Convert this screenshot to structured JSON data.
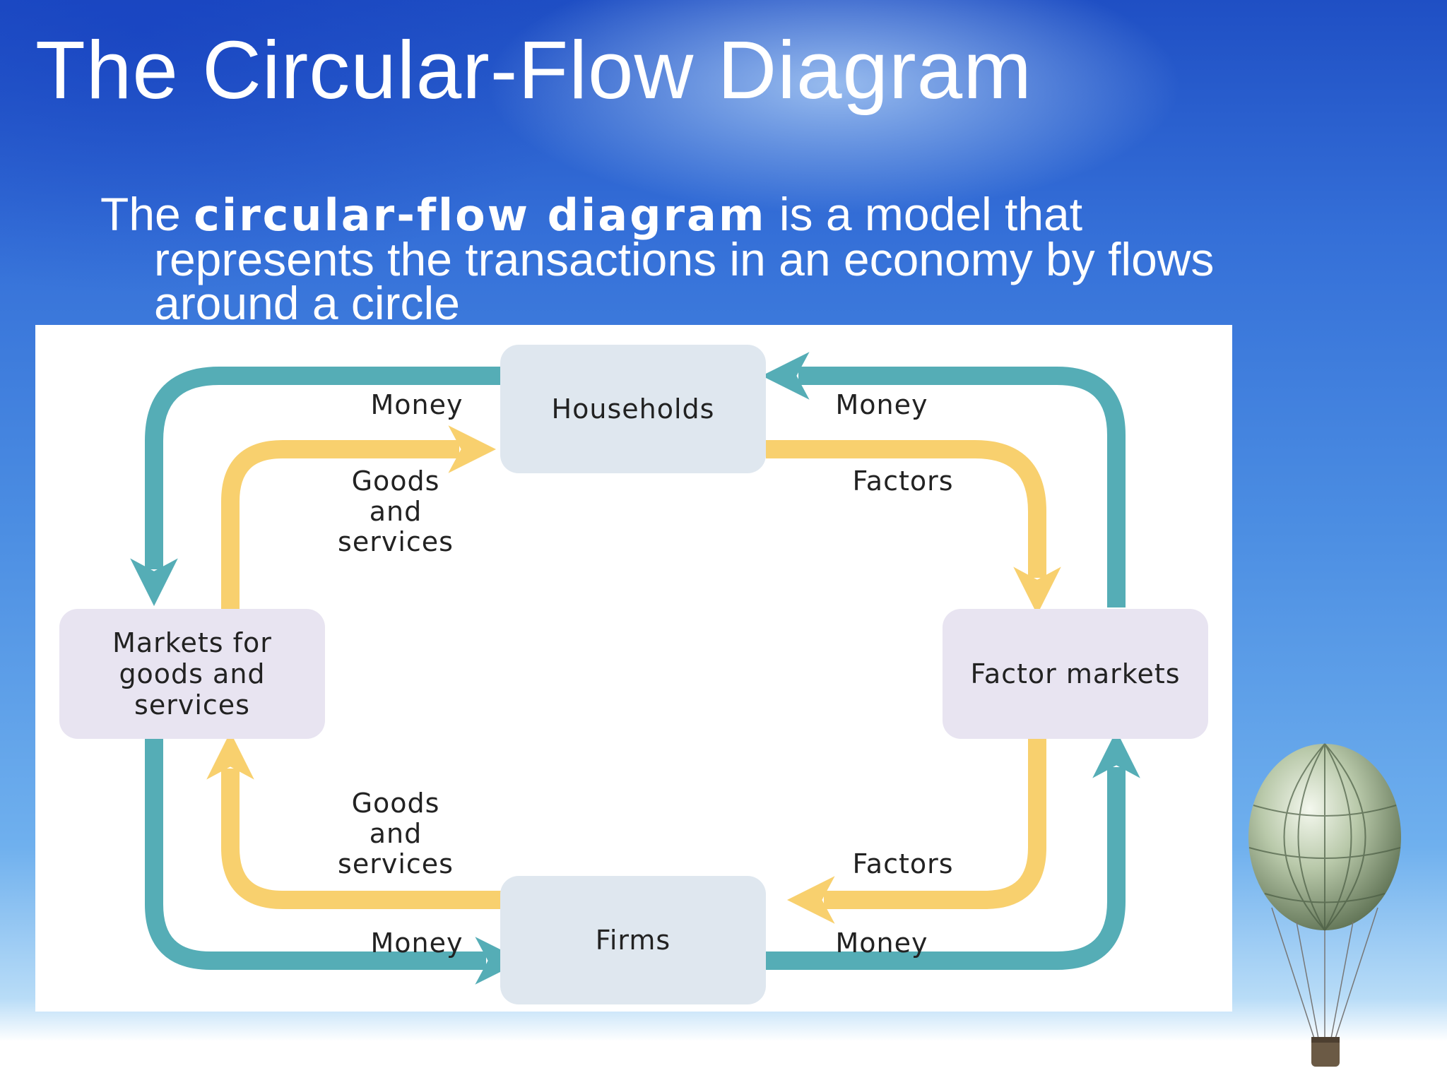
{
  "slide": {
    "title": "The Circular-Flow Diagram",
    "definition_prefix": "The ",
    "definition_term": "circular-flow diagram",
    "definition_rest": " is a model that represents the transactions in an economy by flows around a circle"
  },
  "diagram": {
    "nodes": {
      "households": "Households",
      "firms": "Firms",
      "goods_markets": "Markets for goods and services",
      "factor_markets": "Factor markets"
    },
    "flows": {
      "money_top_left": "Money",
      "goods_top_left": "Goods\nand\nservices",
      "money_top_right": "Money",
      "factors_top_right": "Factors",
      "goods_bottom_left": "Goods\nand\nservices",
      "money_bottom_left": "Money",
      "factors_bottom_right": "Factors",
      "money_bottom_right": "Money"
    },
    "colors": {
      "money_flow": "#55adb6",
      "goods_factors_flow": "#f8d06e",
      "node_blue": "#dfe7ef",
      "node_lavender": "#e8e4f1"
    }
  },
  "decoration": {
    "image": "money-hot-air-balloon"
  }
}
